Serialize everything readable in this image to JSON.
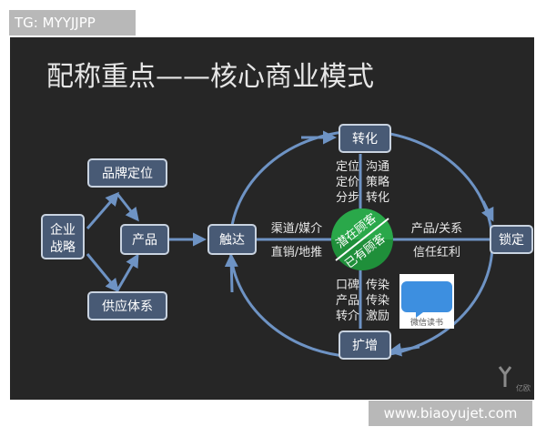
{
  "top_tag": "TG: MYYJJPP",
  "title": "配称重点——核心商业模式",
  "nodes": {
    "qiye": [
      "企业",
      "战略"
    ],
    "pinpai": "品牌定位",
    "chanpin": "产品",
    "gongying": "供应体系",
    "chuda": "触达",
    "zhuanhua": "转化",
    "suoding": "锁定",
    "kuozeng": "扩增"
  },
  "edge_labels": {
    "chuda_left": [
      "渠道/媒介",
      "直销/地推"
    ],
    "suoding_left": [
      "产品/关系",
      "信任红利"
    ],
    "zhuanhua_col1": [
      "定位",
      "定价",
      "分步"
    ],
    "zhuanhua_col2": [
      "沟通",
      "策略",
      "转化"
    ],
    "kuozeng_col1": [
      "口碑",
      "产品",
      "转介"
    ],
    "kuozeng_col2": [
      "传染",
      "传染",
      "激励"
    ]
  },
  "center": {
    "top": "潜在顾客",
    "bottom": "已有顾客",
    "colors": {
      "top": "#2aa84a",
      "bottom": "#1f8f3a"
    }
  },
  "wechat_badge": "微信读书",
  "logo_text": "亿欧",
  "bottom_watermark": "www.biaoyujet.com",
  "colors": {
    "slide_bg": "#262626",
    "node_fill": "#485a75",
    "node_border": "#c9d3e0",
    "line": "#6e93c4"
  }
}
